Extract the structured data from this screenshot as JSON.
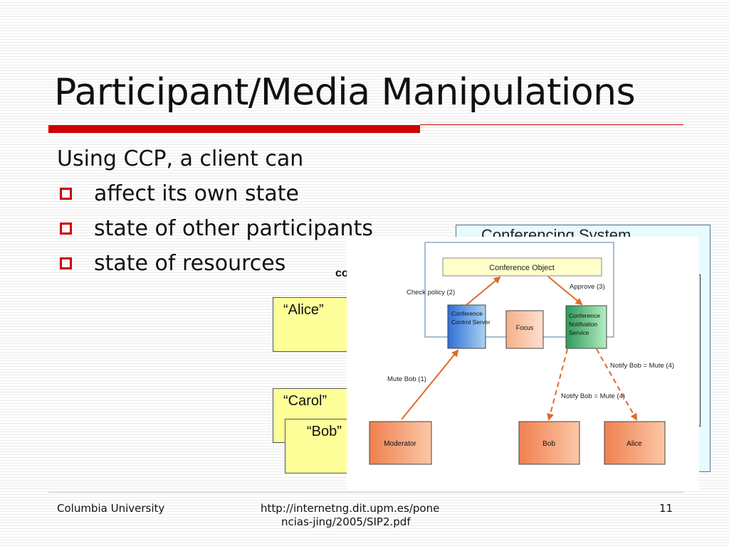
{
  "slide": {
    "title": "Participant/Media Manipulations",
    "intro": "Using CCP, a client can",
    "bullets": [
      "affect its own state",
      "state of other participants",
      "state of resources"
    ]
  },
  "background_diagram": {
    "panel_title": "Conferencing System",
    "cut_text": "co",
    "boxes": [
      "“Alice”",
      "“Carol”",
      "“Bob”"
    ]
  },
  "figure": {
    "conference_object": "Conference Object",
    "control_server": [
      "Conference",
      "Control Server"
    ],
    "focus": "Focus",
    "notification_service": [
      "Conference",
      "Notifvation",
      "Service"
    ],
    "check_policy": "Check policy (2)",
    "approve": "Approve (3)",
    "mute_bob": "Mute Bob (1)",
    "notify_bob_right": "Notify Bob = Mute (4)",
    "notify_bob_left": "Notify Bob = Mute (4)",
    "moderator": "Moderator",
    "bob": "Bob",
    "alice": "Alice"
  },
  "footer": {
    "left": "Columbia University",
    "center_line1": "http://internetng.dit.upm.es/pone",
    "center_line2": "ncias-jing/2005/SIP2.pdf",
    "page": "11"
  },
  "colors": {
    "accent": "#cc0000",
    "arrow": "#e06a2a",
    "box_yellow": "#ffff99",
    "panel_cyan": "#e6fbfd"
  }
}
